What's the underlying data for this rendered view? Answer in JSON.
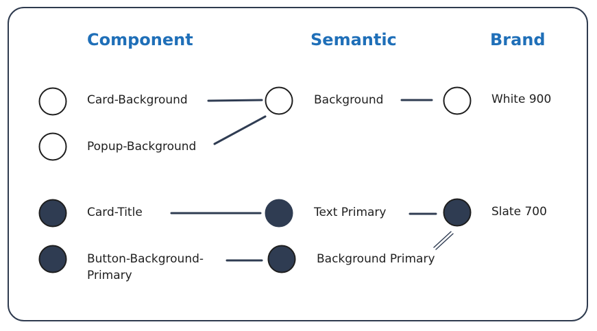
{
  "colors": {
    "frame": "#2e3a4e",
    "header": "#1f6fb8",
    "text": "#1e1e1e",
    "node_stroke": "#1e1e1e",
    "node_filled": "#2f3c52",
    "wire": "#2f3c52"
  },
  "headers": {
    "component": "Component",
    "semantic": "Semantic",
    "brand": "Brand"
  },
  "component_tokens": [
    {
      "label": "Card-Background",
      "filled": false
    },
    {
      "label": "Popup-Background",
      "filled": false
    },
    {
      "label": "Card-Title",
      "filled": true
    },
    {
      "label": "Button-Background-Primary",
      "filled": true
    }
  ],
  "semantic_tokens": [
    {
      "label": "Background",
      "filled": false
    },
    {
      "label": "Text Primary",
      "filled": true
    },
    {
      "label": "Background Primary",
      "filled": true
    }
  ],
  "brand_tokens": [
    {
      "label": "White 900",
      "filled": false
    },
    {
      "label": "Slate 700",
      "filled": true
    }
  ]
}
